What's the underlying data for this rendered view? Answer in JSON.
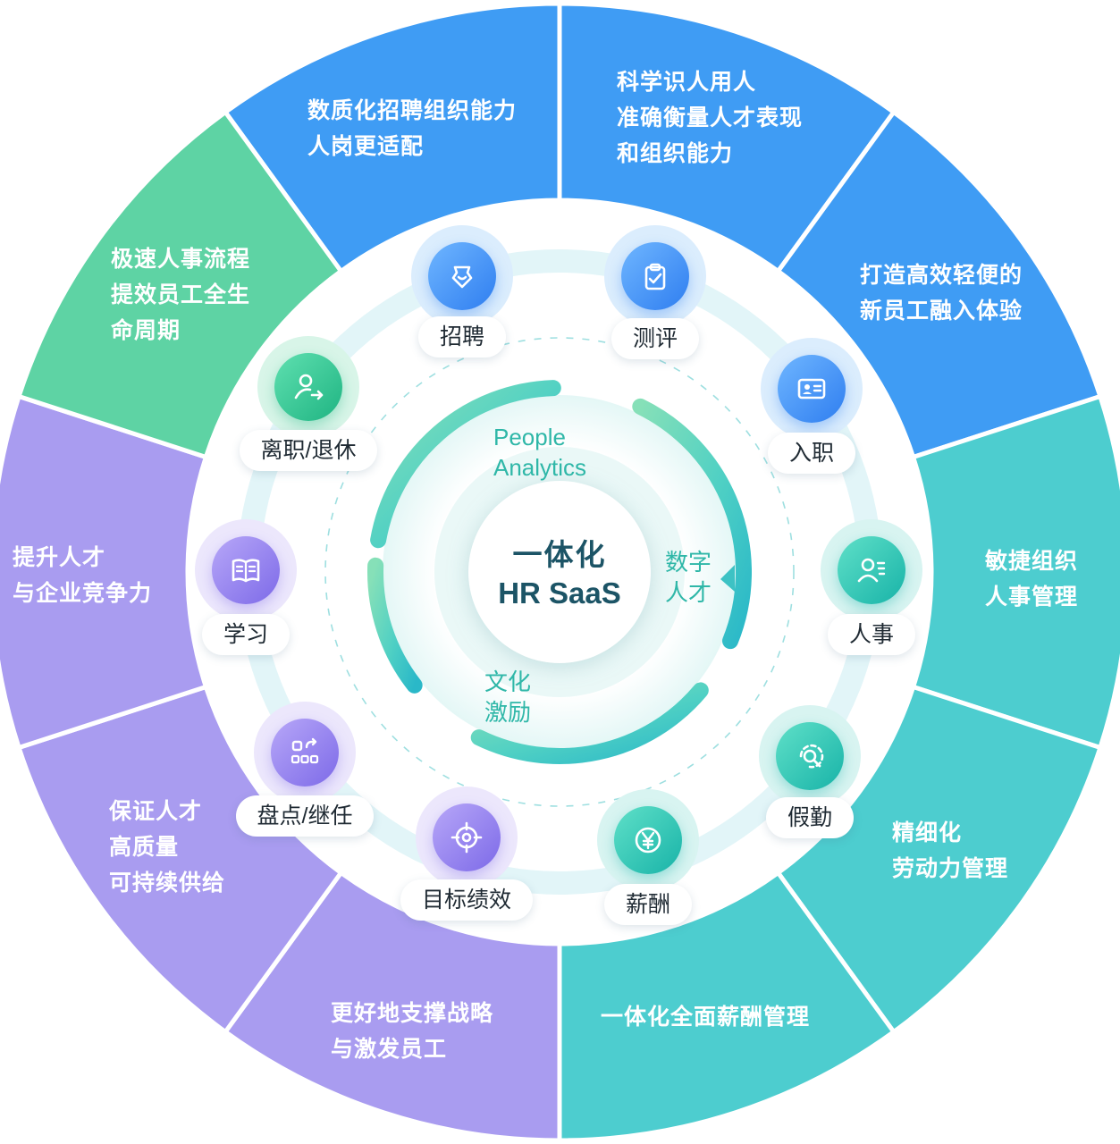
{
  "center": {
    "line1": "一体化",
    "line2": "HR SaaS"
  },
  "inner_labels": {
    "people_analytics": [
      "People",
      "Analytics"
    ],
    "digital_talent": [
      "数字",
      "人才"
    ],
    "culture_incentive": [
      "文化",
      "激励"
    ]
  },
  "outer_segments": [
    {
      "id": "top-left",
      "lines": [
        "数质化招聘组织能力",
        "人岗更适配"
      ],
      "color": "#3f9cf4"
    },
    {
      "id": "top-right",
      "lines": [
        "科学识人用人",
        "准确衡量人才表现",
        "和组织能力"
      ],
      "color": "#3f9cf4"
    },
    {
      "id": "right-upper",
      "lines": [
        "打造高效轻便的",
        "新员工融入体验"
      ],
      "color": "#3f9cf4"
    },
    {
      "id": "right",
      "lines": [
        "敏捷组织",
        "人事管理"
      ],
      "color": "#4dcdcf"
    },
    {
      "id": "right-lower",
      "lines": [
        "精细化",
        "劳动力管理"
      ],
      "color": "#4dcdcf"
    },
    {
      "id": "bottom-right",
      "lines": [
        "一体化全面薪酬管理"
      ],
      "color": "#4dcdcf"
    },
    {
      "id": "bottom-left",
      "lines": [
        "更好地支撑战略",
        "与激发员工"
      ],
      "color": "#a99cf0"
    },
    {
      "id": "left-lower",
      "lines": [
        "保证人才",
        "高质量",
        "可持续供给"
      ],
      "color": "#a99cf0"
    },
    {
      "id": "left",
      "lines": [
        "提升人才",
        "与企业竞争力"
      ],
      "color": "#a99cf0"
    },
    {
      "id": "left-upper",
      "lines": [
        "极速人事流程",
        "提效员工全生",
        "命周期"
      ],
      "color": "#5ed3a4"
    }
  ],
  "modules": [
    {
      "label": "招聘",
      "icon": "recruit-icon",
      "color": "blue"
    },
    {
      "label": "测评",
      "icon": "clipboard-check-icon",
      "color": "blue"
    },
    {
      "label": "入职",
      "icon": "id-card-icon",
      "color": "blue"
    },
    {
      "label": "人事",
      "icon": "person-list-icon",
      "color": "teal"
    },
    {
      "label": "假勤",
      "icon": "search-clock-icon",
      "color": "teal"
    },
    {
      "label": "薪酬",
      "icon": "yen-coin-icon",
      "color": "teal"
    },
    {
      "label": "目标绩效",
      "icon": "target-icon",
      "color": "purple"
    },
    {
      "label": "盘点/继任",
      "icon": "grid-swap-icon",
      "color": "purple"
    },
    {
      "label": "学习",
      "icon": "book-icon",
      "color": "purple"
    },
    {
      "label": "离职/退休",
      "icon": "person-exit-icon",
      "color": "green"
    }
  ],
  "colors": {
    "blue": "#3f9cf4",
    "teal": "#4dcdcf",
    "purple": "#a99cf0",
    "green": "#5ed3a4",
    "center_text": "#1c5466",
    "arc_label": "#2fb7a8"
  }
}
